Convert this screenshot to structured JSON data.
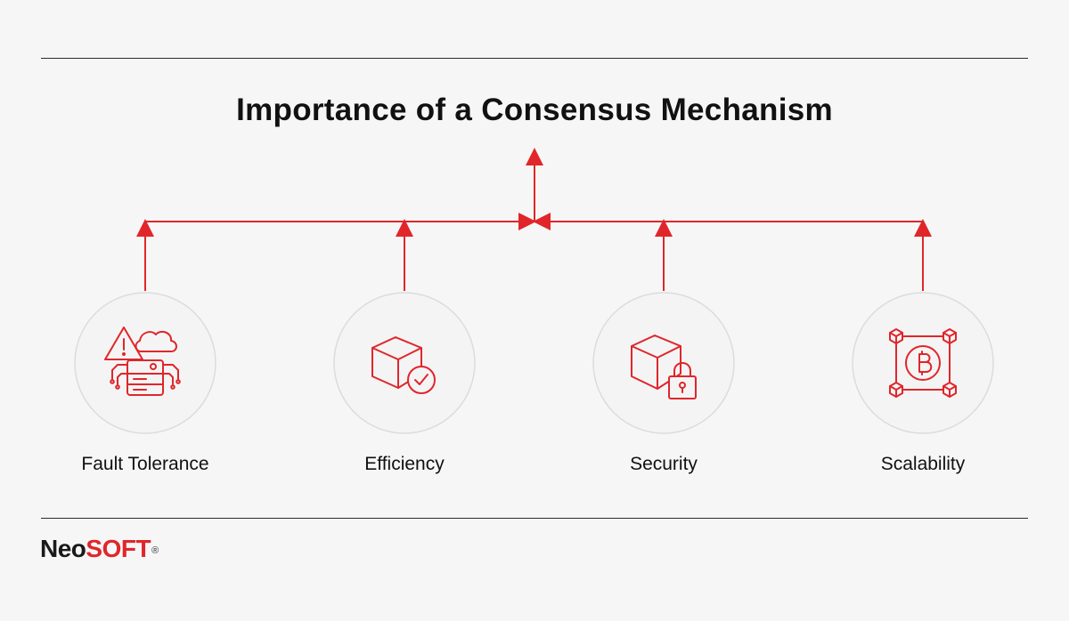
{
  "title": "Importance of a Consensus Mechanism",
  "colors": {
    "accent": "#e0262b",
    "text": "#111111",
    "background": "#f6f6f6",
    "circle_fill": "#f4f4f4",
    "circle_stroke": "#dcdcdc"
  },
  "items": [
    {
      "label": "Fault Tolerance",
      "icon": "server-cloud-warning-icon"
    },
    {
      "label": "Efficiency",
      "icon": "cube-check-icon"
    },
    {
      "label": "Security",
      "icon": "cube-lock-icon"
    },
    {
      "label": "Scalability",
      "icon": "bitcoin-network-icon"
    }
  ],
  "logo": {
    "part1": "Neo",
    "part2": "SOFT",
    "mark": "®"
  }
}
